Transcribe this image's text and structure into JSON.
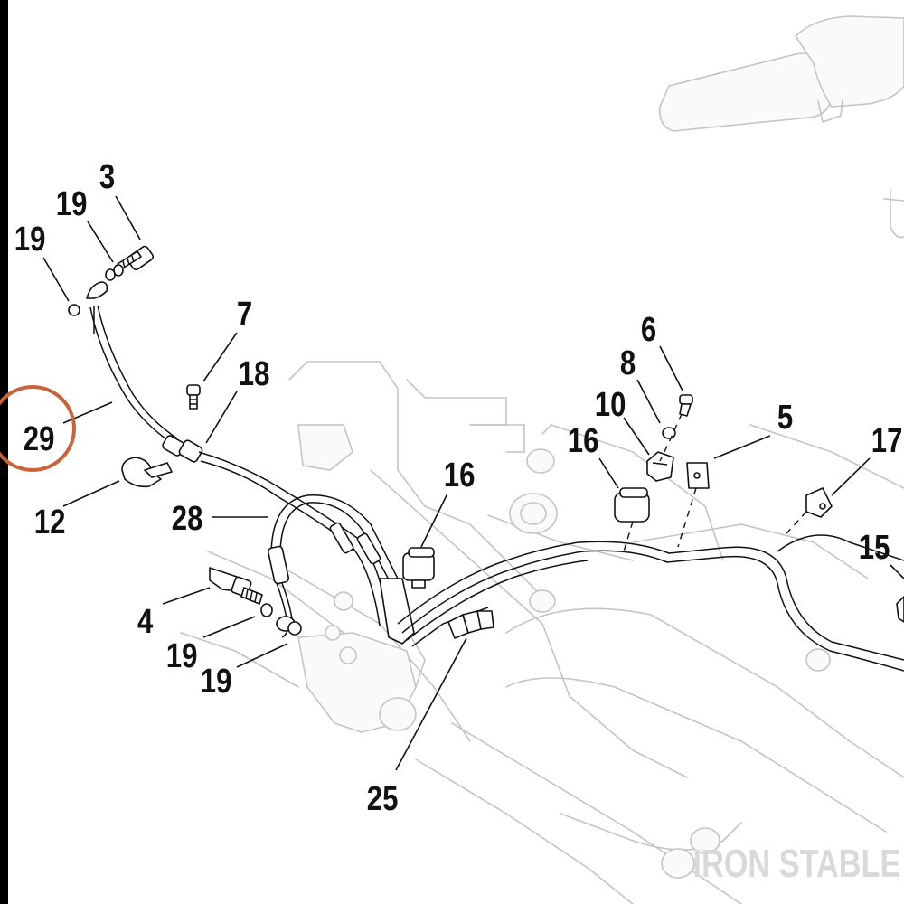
{
  "callouts": {
    "c3": "3",
    "c19a": "19",
    "c19b": "19",
    "c7": "7",
    "c18": "18",
    "c29": "29",
    "c12": "12",
    "c28": "28",
    "c4": "4",
    "c19c": "19",
    "c19d": "19",
    "c16a": "16",
    "c25": "25",
    "c6": "6",
    "c8": "8",
    "c10": "10",
    "c16b": "16",
    "c5": "5",
    "c17": "17",
    "c15": "15"
  },
  "highlight": {
    "part": "29",
    "color": "#c8643a"
  },
  "watermark": "IRON STABLE",
  "colors": {
    "line": "#111111",
    "ghost": "#c4c4c4",
    "left_edge": "#000000"
  }
}
